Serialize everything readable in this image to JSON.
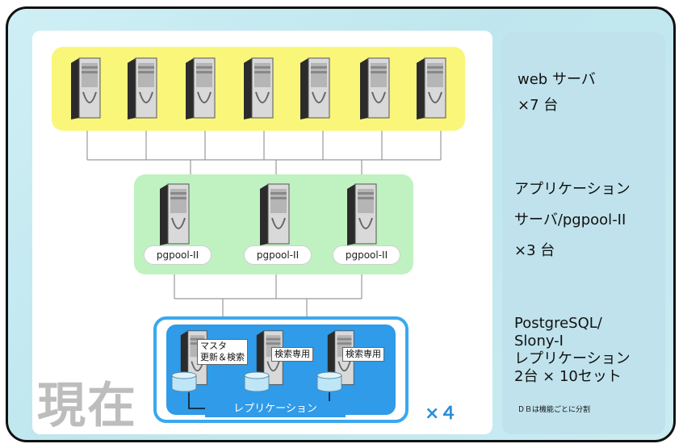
{
  "web_tier": {
    "server_count": 7
  },
  "app_tier": {
    "pgpool_labels": [
      "pgpool-II",
      "pgpool-II",
      "pgpool-II"
    ]
  },
  "db_tier": {
    "tags": [
      "マスタ\n更新＆検索",
      "検索専用",
      "検索専用"
    ],
    "bottom_label": "レプリケーション",
    "multiplier": "×４"
  },
  "watermark": "現在",
  "right_panel": {
    "web_line1": "web サーバ",
    "web_line2": "×7 台",
    "app_line1": "アプリケーション",
    "app_line2": "サーバ/pgpool-II",
    "app_line3": "×3 台",
    "db_line1": "PostgreSQL/",
    "db_line2": "Slony-I",
    "db_line3": "レプリケーション",
    "db_line4": "2台 × 10セット",
    "db_note": "ＤＢは機能ごとに分割"
  },
  "colors": {
    "web_tier_bg": "#faf67a",
    "app_tier_bg": "#bff2c0",
    "db_tier_bg": "#2f9be9",
    "panel_bg": "#bfe2ec"
  }
}
